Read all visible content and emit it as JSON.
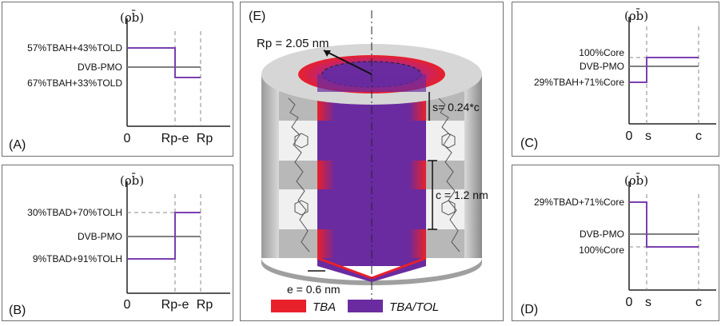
{
  "axis_symbol": "(ρb̄)",
  "panels": {
    "A": {
      "label": "(A)",
      "levels": [
        "57%TBAH+43%TOLD",
        "DVB-PMO",
        "67%TBAH+33%TOLD"
      ],
      "ticks": [
        "0",
        "Rp-e",
        "Rp"
      ]
    },
    "B": {
      "label": "(B)",
      "levels": [
        "30%TBAD+70%TOLH",
        "DVB-PMO",
        "9%TBAD+91%TOLH"
      ],
      "ticks": [
        "0",
        "Rp-e",
        "Rp"
      ]
    },
    "C": {
      "label": "(C)",
      "levels": [
        "100%Core",
        "DVB-PMO",
        "29%TBAH+71%Core"
      ],
      "ticks": [
        "0",
        "s",
        "c"
      ]
    },
    "D": {
      "label": "(D)",
      "levels": [
        "29%TBAD+71%Core",
        "DVB-PMO",
        "100%Core"
      ],
      "ticks": [
        "0",
        "s",
        "c"
      ]
    },
    "E": {
      "label": "(E)",
      "rp": "Rp = 2.05 nm",
      "s": "s= 0.24*c",
      "c": "c = 1.2 nm",
      "e": "e = 0.6 nm",
      "legend": [
        {
          "name": "TBA",
          "color": "#e8202a"
        },
        {
          "name": "TBA/TOL",
          "color": "#6a2ba0"
        }
      ]
    }
  },
  "colors": {
    "profile": "#7a3fb0",
    "baseline": "#7f7f7f",
    "tba": "#e8202a",
    "tbatol": "#6a2ba0"
  }
}
